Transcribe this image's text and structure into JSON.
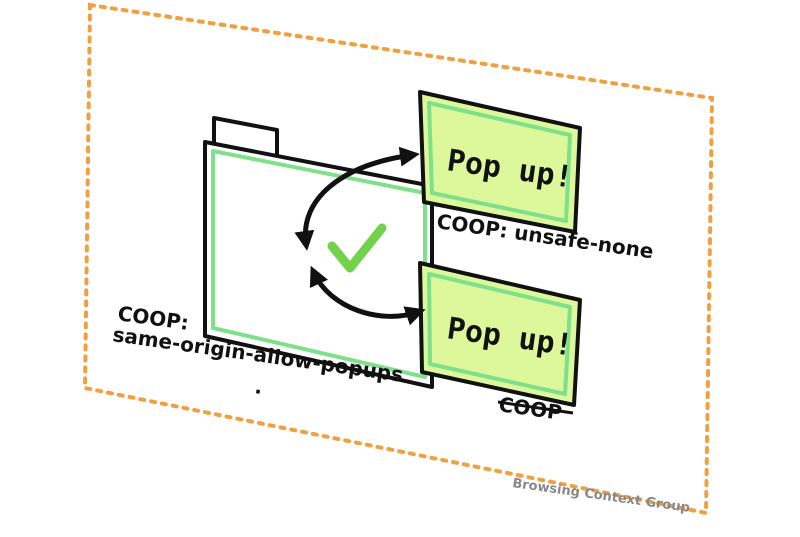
{
  "colors": {
    "group_border": "#f0a040",
    "window_fill": "#ffffff",
    "window_inner": "#7ee08a",
    "popup_fill": "#dcf89a",
    "popup_inner": "#7ee08a",
    "outline": "#111111",
    "check": "#72d24c",
    "group_label": "#888888"
  },
  "group": {
    "label": "Browsing Context Group"
  },
  "opener": {
    "coop_label": "COOP:",
    "coop_value": "same-origin-allow-popups",
    "coop_value_suffix": "."
  },
  "popups": [
    {
      "title": "Pop up!",
      "coop_label": "COOP: unsafe-none",
      "struck": false
    },
    {
      "title": "Pop up!",
      "coop_label": "COOP",
      "struck": true
    }
  ],
  "icons": {
    "arrow_top": "double-arrow-icon",
    "arrow_bottom": "double-arrow-icon",
    "status": "checkmark-icon"
  }
}
